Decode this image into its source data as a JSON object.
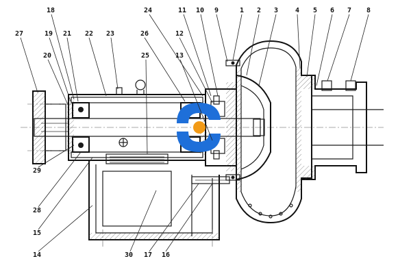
{
  "callouts_top": [
    "18",
    "24",
    "11",
    "10",
    "9",
    "1",
    "2",
    "3",
    "4",
    "5",
    "6",
    "7",
    "8"
  ],
  "callouts_left": [
    "27",
    "19",
    "21",
    "22",
    "23",
    "26",
    "12",
    "20",
    "25",
    "13"
  ],
  "callouts_bottom": [
    "29",
    "28",
    "15",
    "14",
    "30",
    "17",
    "16"
  ],
  "logo": {
    "name": "company-logo",
    "color_blue": "#1e6fd9",
    "color_orange": "#f29a16"
  }
}
